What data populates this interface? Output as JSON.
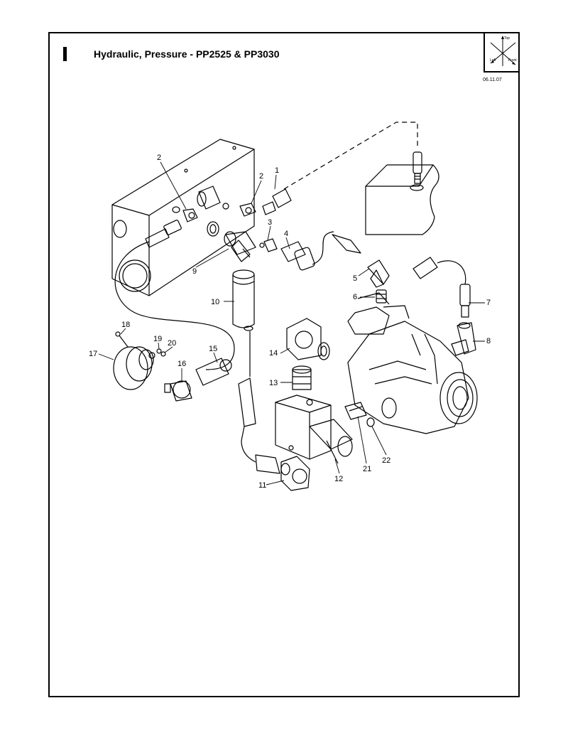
{
  "header": {
    "title": "Hydraulic, Pressure - PP2525 & PP3030",
    "date": "06.11.07"
  },
  "compass": {
    "labels": {
      "top": "Top",
      "left": "Left",
      "front": "Front"
    }
  },
  "callouts": [
    "1",
    "2",
    "2",
    "3",
    "4",
    "5",
    "6",
    "7",
    "8",
    "9",
    "10",
    "11",
    "12",
    "13",
    "14",
    "15",
    "16",
    "17",
    "18",
    "19",
    "20",
    "21",
    "22"
  ]
}
